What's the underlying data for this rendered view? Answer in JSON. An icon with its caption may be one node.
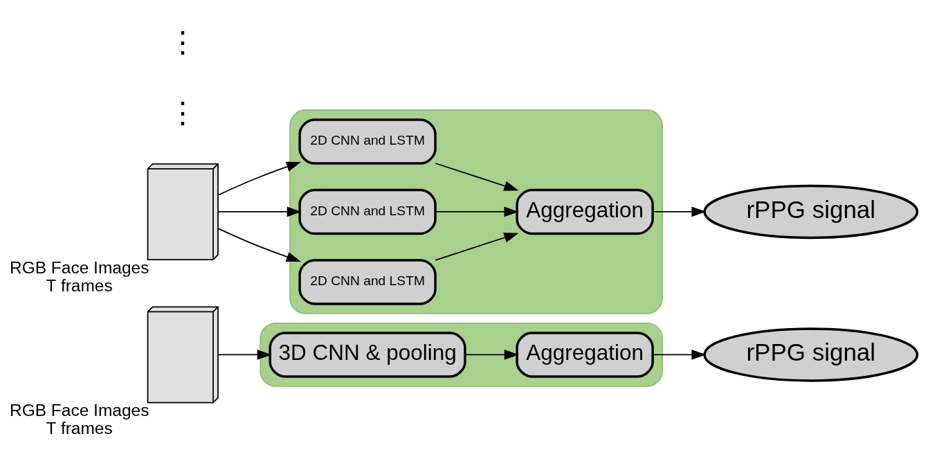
{
  "diagram": {
    "nodes": [
      {
        "text": [],
        "shape": "box"
      },
      {
        "text": [],
        "shape": "picture",
        "beside": [
          "RGB Face Images",
          "T frames"
        ]
      },
      {
        "text": [
          "3D CNN & pooling"
        ],
        "in": 0
      },
      {
        "text": [
          "Aggregation"
        ],
        "in": 0
      },
      {
        "text": [
          "rPPG signal"
        ]
      },
      {
        "text": [],
        "shape": "box"
      },
      {
        "text": [],
        "shape": "picture",
        "beside": [
          "RGB Face Images",
          "T frames"
        ]
      },
      {
        "text": [
          "2D CNN and LSTM"
        ],
        "in": 5
      },
      {
        "text": [
          "2D CNN and LSTM"
        ],
        "in": 5
      },
      {
        "text": [
          "2D CNN and LSTM"
        ],
        "in": 5
      },
      {
        "text": [
          "Aggregation"
        ],
        "in": 5
      },
      {
        "text": [
          "rPPG signal"
        ]
      }
    ],
    "edges": [
      {
        "from": 1,
        "to": 2,
        "arrow": "to"
      },
      {
        "from": 2,
        "to": 3,
        "arrow": "to"
      },
      {
        "from": 3,
        "to": 4,
        "arrow": "to"
      },
      {
        "from": 6,
        "to": 7,
        "arrow": "to"
      },
      {
        "from": 6,
        "to": 8,
        "arrow": "to"
      },
      {
        "from": 6,
        "to": 9,
        "arrow": "to"
      },
      {
        "from": 7,
        "to": 10,
        "arrow": "to"
      },
      {
        "from": 8,
        "to": 10,
        "arrow": "to"
      },
      {
        "from": 9,
        "to": 10,
        "arrow": "to"
      },
      {
        "from": 10,
        "to": 11,
        "arrow": "to"
      }
    ],
    "labels": [
      "⋮",
      "⋮"
    ]
  }
}
